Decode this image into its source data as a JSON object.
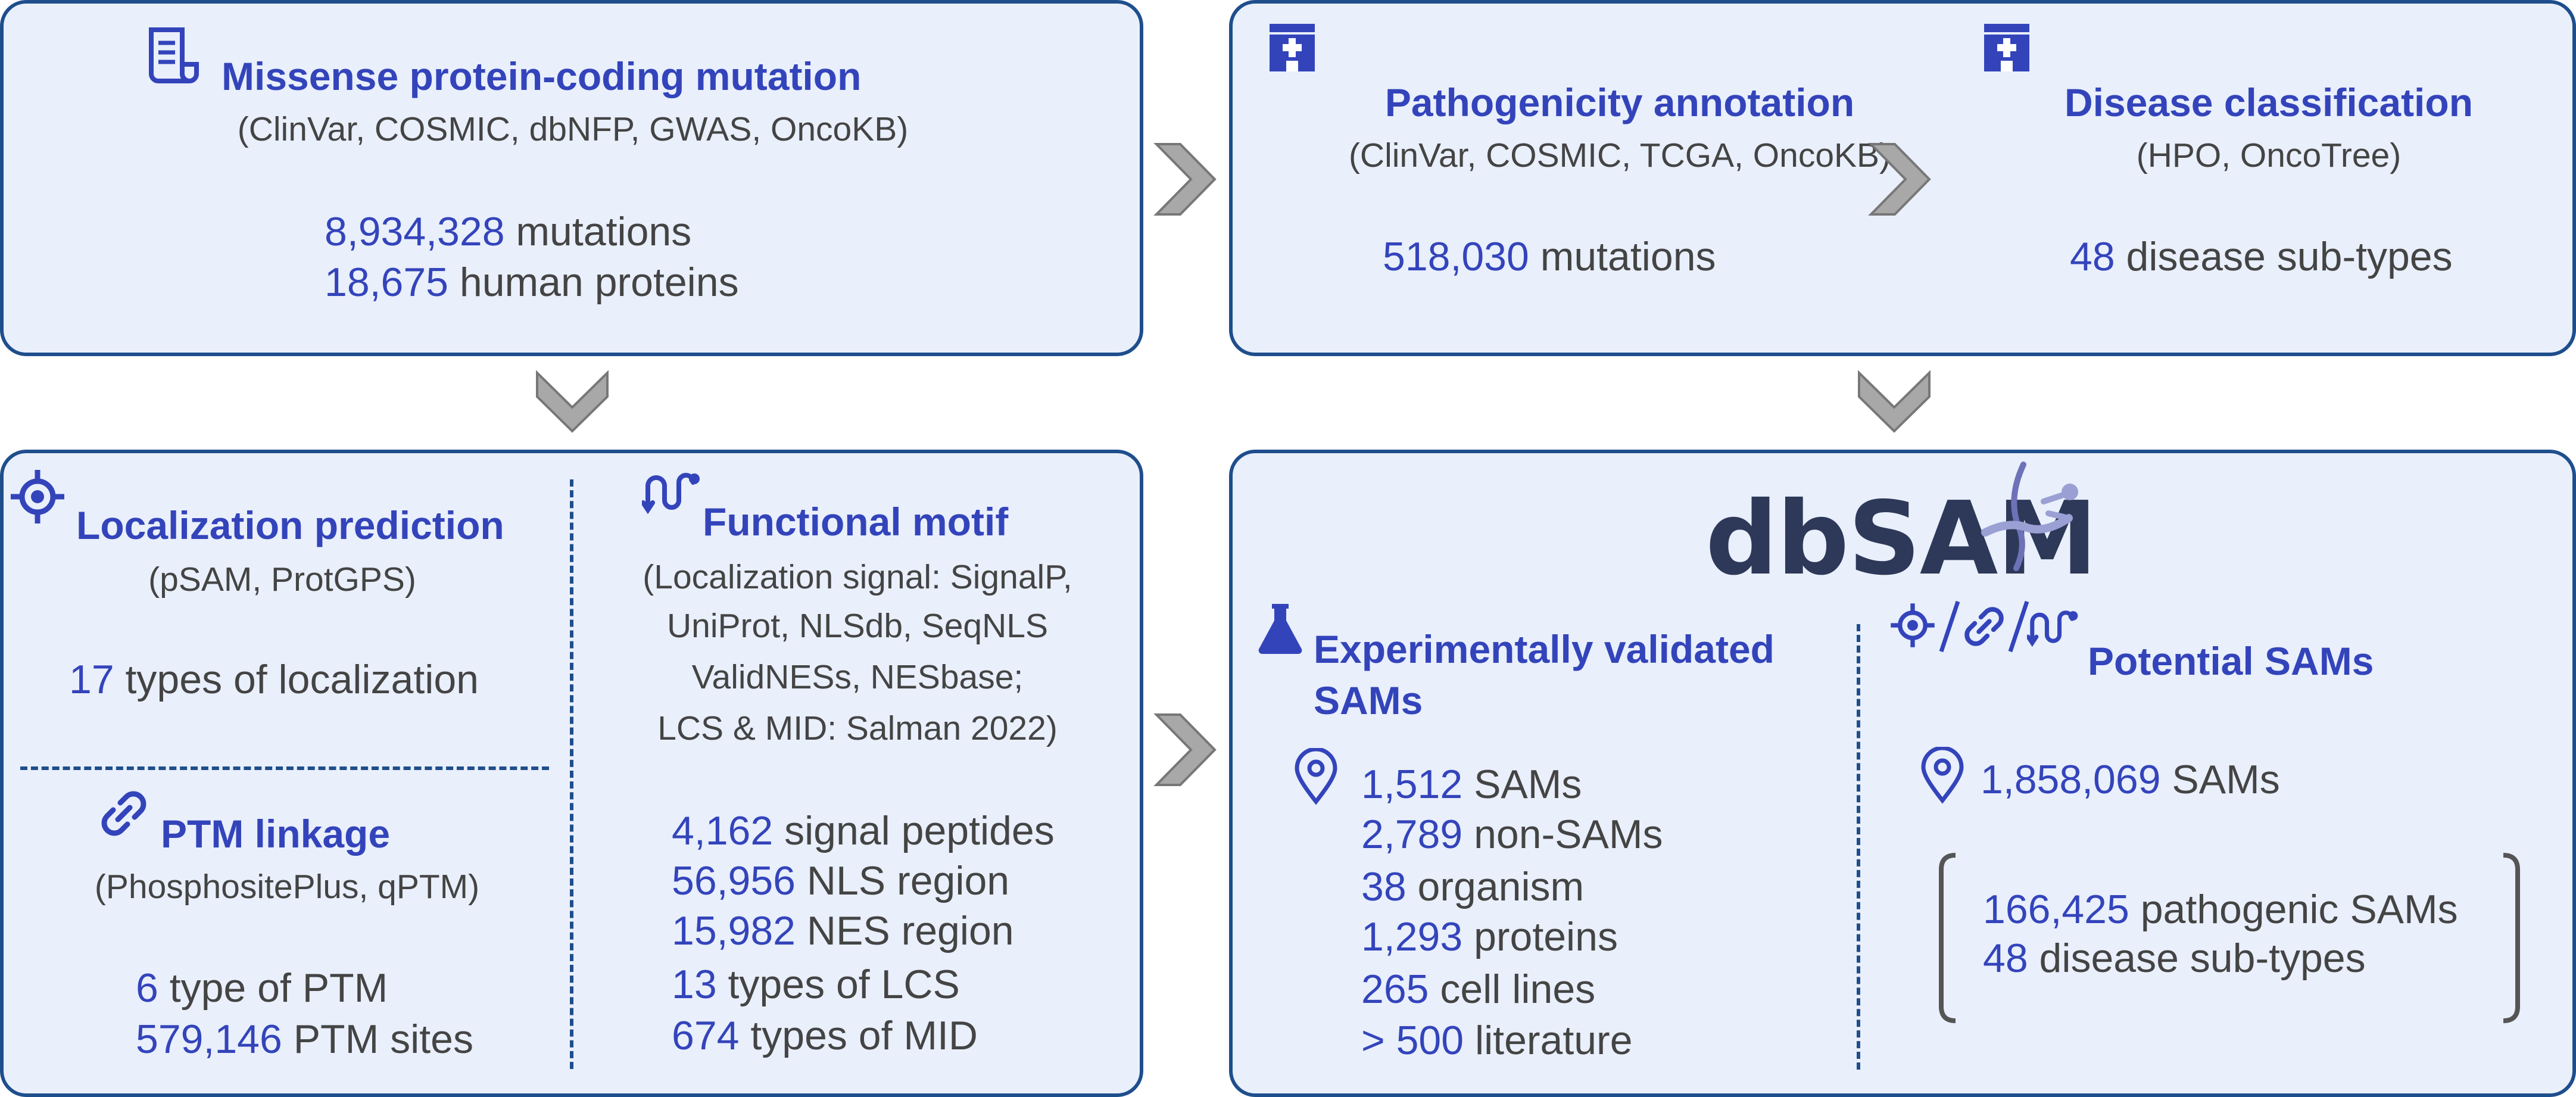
{
  "mutation": {
    "title": "Missense protein-coding mutation",
    "sources": "(ClinVar, COSMIC, dbNFP, GWAS, OncoKB)",
    "stats": [
      {
        "num": "8,934,328",
        "label": " mutations"
      },
      {
        "num": "18,675",
        "label": " human proteins"
      }
    ]
  },
  "pathogenicity": {
    "title": "Pathogenicity annotation",
    "sources": "(ClinVar, COSMIC, TCGA, OncoKB)",
    "stat": {
      "num": "518,030",
      "label": " mutations"
    }
  },
  "disease": {
    "title": "Disease classification",
    "sources": "(HPO, OncoTree)",
    "stat": {
      "num": "48",
      "label": " disease sub-types"
    }
  },
  "localization": {
    "title": "Localization prediction",
    "sources": "(pSAM, ProtGPS)",
    "stat": {
      "num": "17",
      "label": " types of localization"
    }
  },
  "ptm": {
    "title": "PTM linkage",
    "sources": "(PhosphositePlus, qPTM)",
    "stats": [
      {
        "num": "6",
        "label": " type of PTM"
      },
      {
        "num": "579,146",
        "label": " PTM sites"
      }
    ]
  },
  "motif": {
    "title": "Functional motif",
    "source_lines": [
      "(Localization signal: SignalP,",
      "UniProt, NLSdb, SeqNLS",
      "ValidNESs, NESbase;",
      "LCS & MID: Salman 2022)"
    ],
    "stats": [
      {
        "num": "4,162",
        "label": " signal peptides"
      },
      {
        "num": "56,956",
        "label": " NLS region"
      },
      {
        "num": "15,982",
        "label": " NES region"
      },
      {
        "num": "13",
        "label": " types of LCS"
      },
      {
        "num": "674",
        "label": " types of MID"
      }
    ]
  },
  "dbsam": {
    "logo": "dbSAM",
    "experimental": {
      "title_lines": [
        "Experimentally validated",
        "SAMs"
      ],
      "stats": [
        {
          "num": "1,512",
          "label": " SAMs"
        },
        {
          "num": "2,789",
          "label": " non-SAMs"
        },
        {
          "num": "38",
          "label": " organism"
        },
        {
          "num": "1,293",
          "label": " proteins"
        },
        {
          "num": "265",
          "label": " cell lines"
        },
        {
          "num": "> 500",
          "label": " literature"
        }
      ]
    },
    "potential": {
      "title": "Potential SAMs",
      "stat": {
        "num": "1,858,069",
        "label": " SAMs"
      },
      "bracket_stats": [
        {
          "num": "166,425",
          "label": " pathogenic SAMs"
        },
        {
          "num": "48",
          "label": " disease sub-types"
        }
      ]
    }
  },
  "icons": [
    "document-icon",
    "hospital-icon",
    "target-icon",
    "link-icon",
    "motif-icon",
    "flask-icon",
    "location-pin-icon",
    "chevron-right-icon",
    "chevron-down-icon"
  ],
  "colors": {
    "accent": "#3344bb",
    "border": "#1e4e8c",
    "panel": "#e9effb",
    "arrow": "#a0a0a0"
  }
}
